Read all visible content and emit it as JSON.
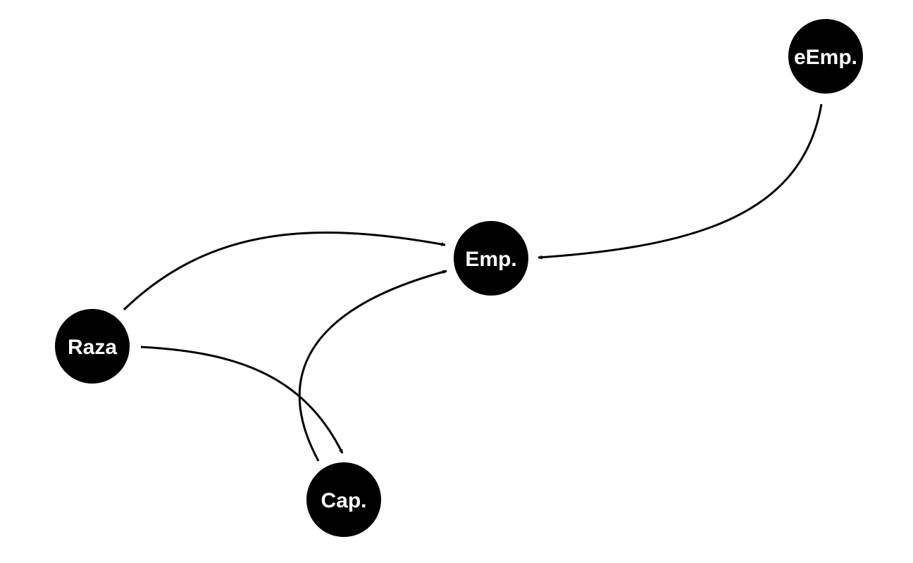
{
  "diagram": {
    "type": "directed-graph",
    "colors": {
      "background": "#ffffff",
      "node_fill": "#000000",
      "node_text": "#ffffff",
      "edge": "#000000"
    },
    "nodes": [
      {
        "id": "eEmp",
        "label": "eEmp."
      },
      {
        "id": "Emp",
        "label": "Emp."
      },
      {
        "id": "Raza",
        "label": "Raza"
      },
      {
        "id": "Cap",
        "label": "Cap."
      }
    ],
    "edges": [
      {
        "from": "eEmp",
        "to": "Emp"
      },
      {
        "from": "Raza",
        "to": "Emp"
      },
      {
        "from": "Raza",
        "to": "Cap"
      },
      {
        "from": "Cap",
        "to": "Emp"
      }
    ]
  }
}
